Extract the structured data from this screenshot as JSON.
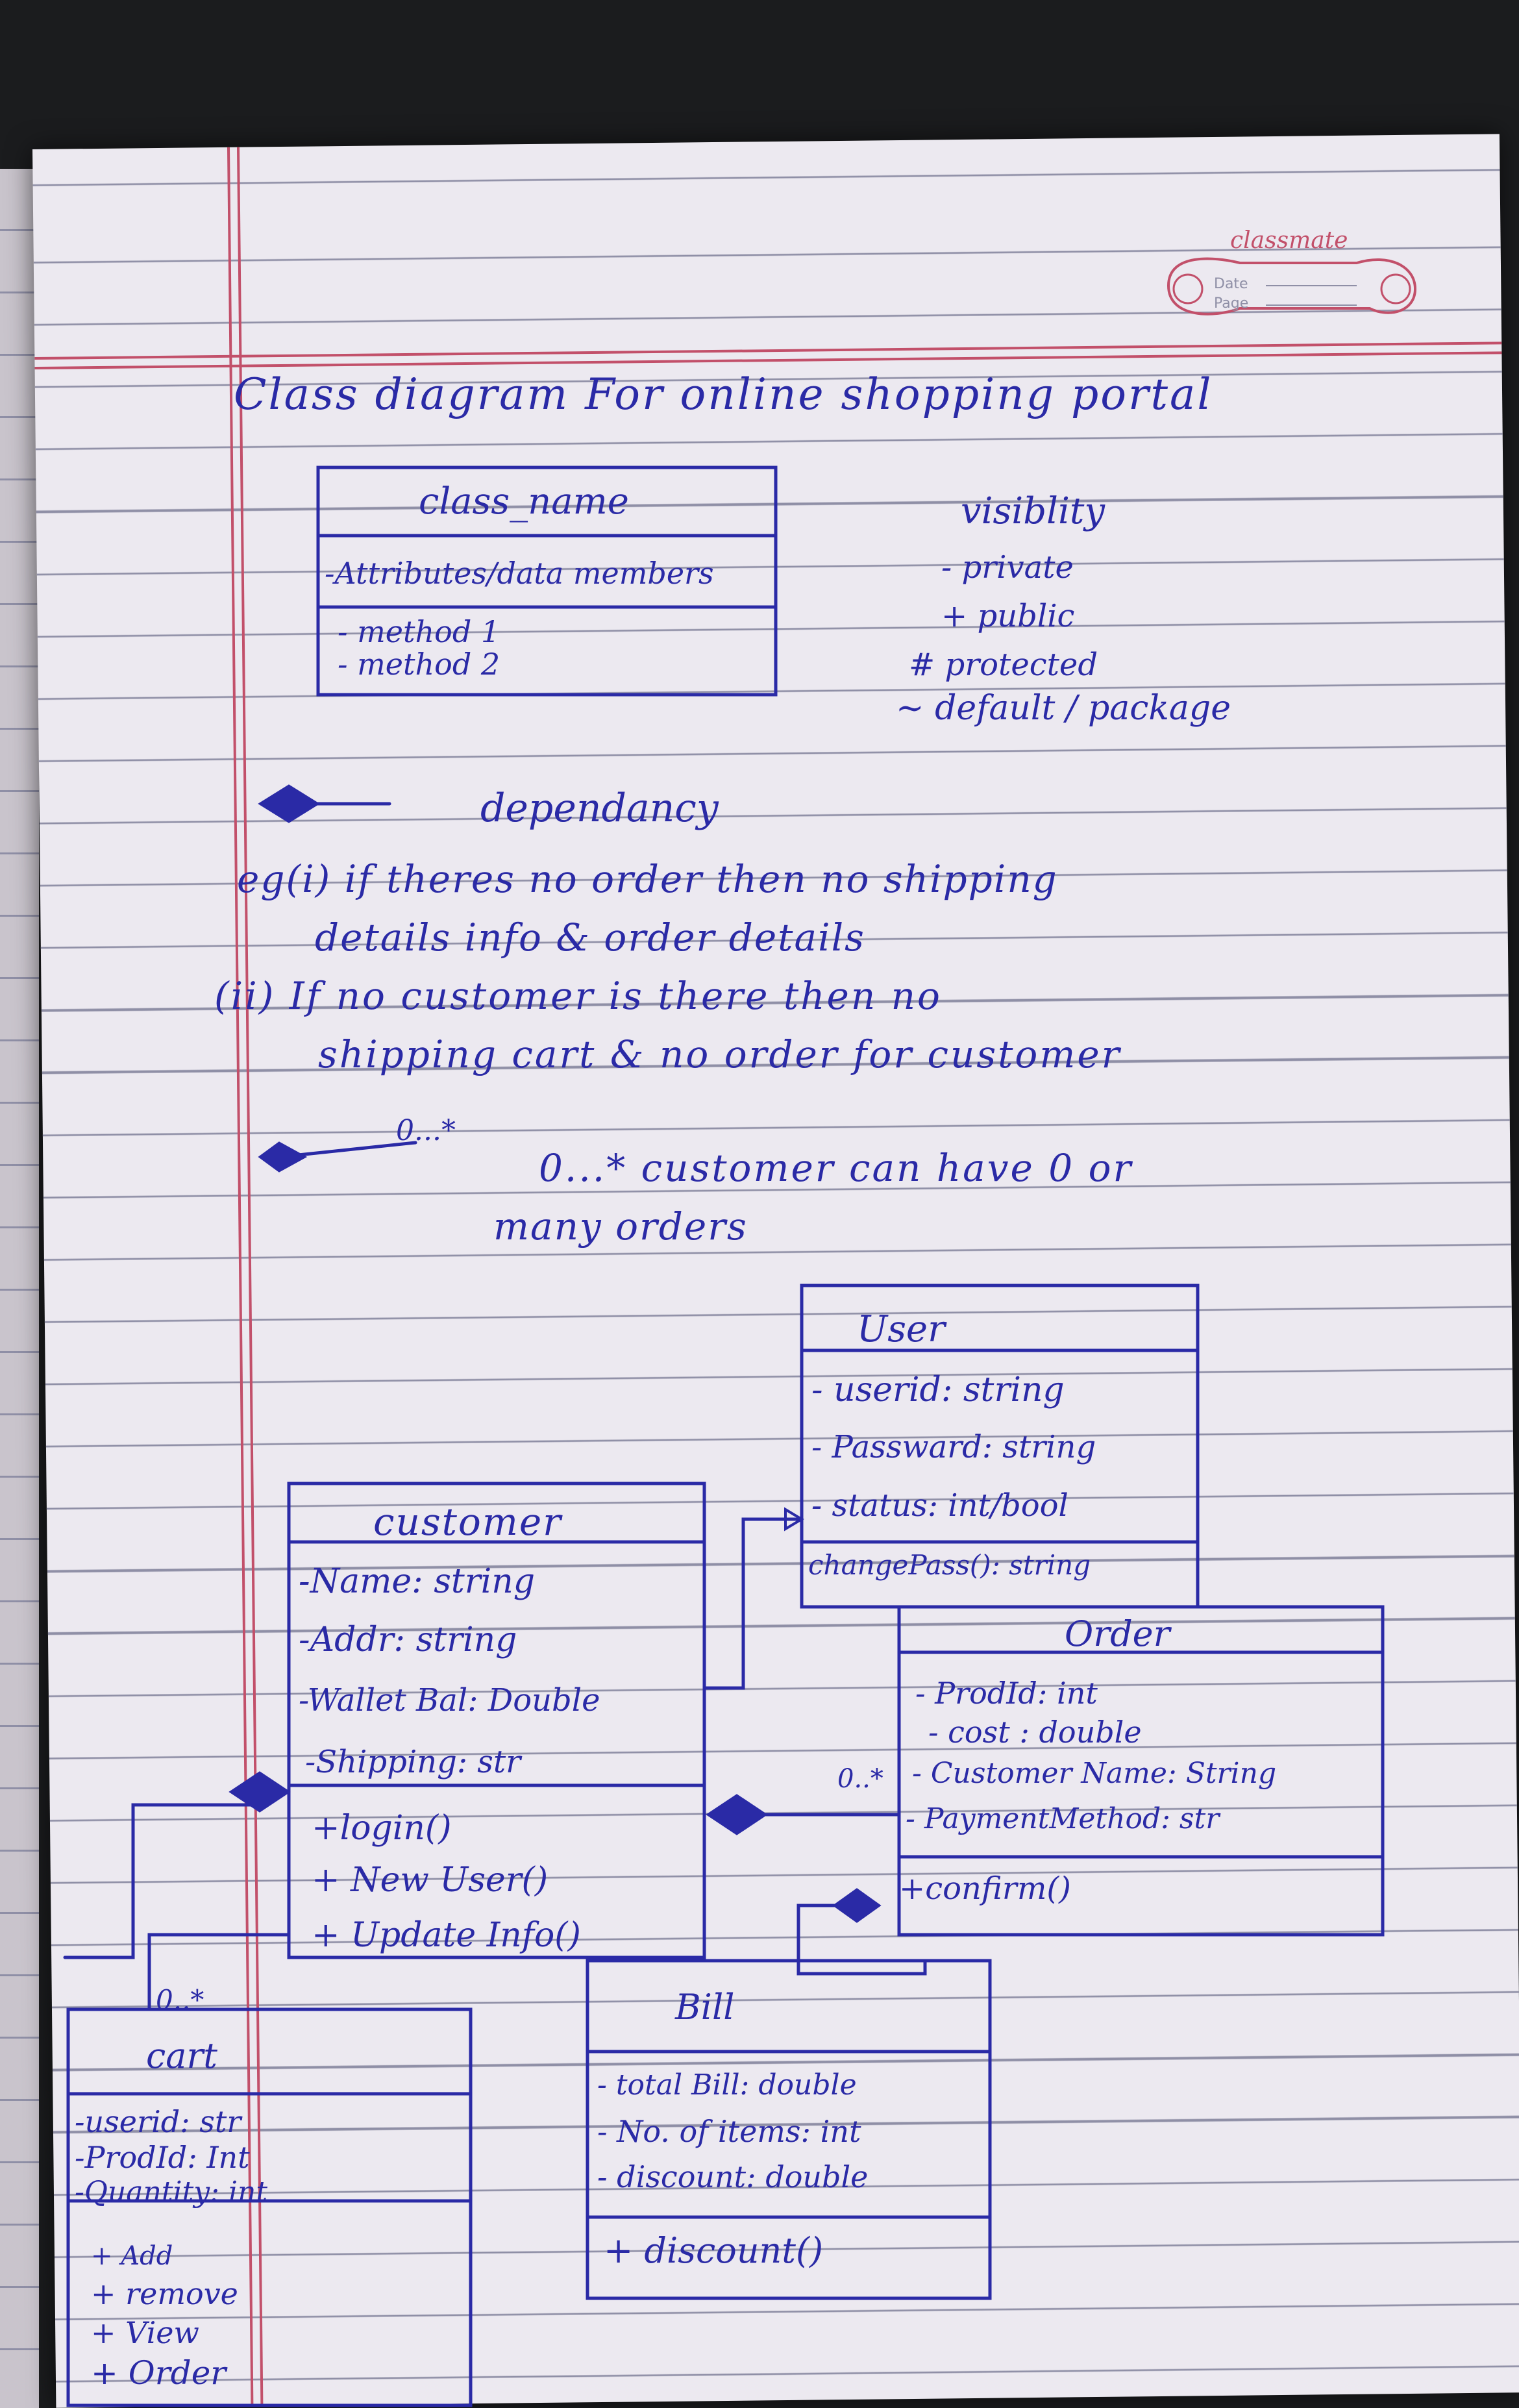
{
  "header": {
    "brand": "classmate",
    "date_label": "Date",
    "page_label": "Page"
  },
  "title": "Class diagram For online shopping portal",
  "legend_box": {
    "class_name": "class_name",
    "attributes": "-Attributes/data members",
    "method1": "- method 1",
    "method2": "- method 2"
  },
  "visibility": {
    "heading": "visiblity",
    "items": [
      "- private",
      "+ public",
      "# protected",
      "~ default / package"
    ]
  },
  "dependency": {
    "label": "dependancy",
    "example1_line1": "eg(i) if theres no order then no shipping",
    "example1_line2": "details info & order details",
    "example2_line1": "(ii) If no customer is there then no",
    "example2_line2": "shipping cart & no order for customer"
  },
  "multiplicity": {
    "arrow_label": "0...*",
    "line1": "0...* customer can have 0 or",
    "line2": "many orders"
  },
  "classes": {
    "user": {
      "name": "User",
      "attributes": [
        "- userid: string",
        "- Passward: string",
        "- status: int/bool"
      ],
      "methods": [
        "changePass(): string"
      ]
    },
    "customer": {
      "name": "customer",
      "attributes": [
        "-Name: string",
        "-Addr: string",
        "-Wallet Bal: Double",
        "-Shipping: str"
      ],
      "methods": [
        "+login()",
        "+ New User()",
        "+ Update Info()"
      ]
    },
    "order": {
      "name": "Order",
      "attributes": [
        "- ProdId: int",
        "- cost : double",
        "- Customer Name: String",
        "- PaymentMethod: str"
      ],
      "methods": [
        "+confirm()"
      ]
    },
    "cart": {
      "name": "cart",
      "attributes": [
        "-userid: str",
        "-ProdId: Int",
        "-Quantity: int"
      ],
      "methods": [
        "+ Add",
        "+ remove",
        "+ View",
        "+ Order"
      ]
    },
    "bill": {
      "name": "Bill",
      "attributes": [
        "- total Bill: double",
        "- No. of items: int",
        "- discount: double"
      ],
      "methods": [
        "+ discount()"
      ]
    }
  },
  "relations": {
    "customer_order_multiplicity": "0..*",
    "customer_cart_multiplicity": "0..*"
  },
  "colors": {
    "ink": "#2a2aa6",
    "margin": "#c2506a",
    "paper": "#ece9f0",
    "rule": "#8f8fa6"
  }
}
